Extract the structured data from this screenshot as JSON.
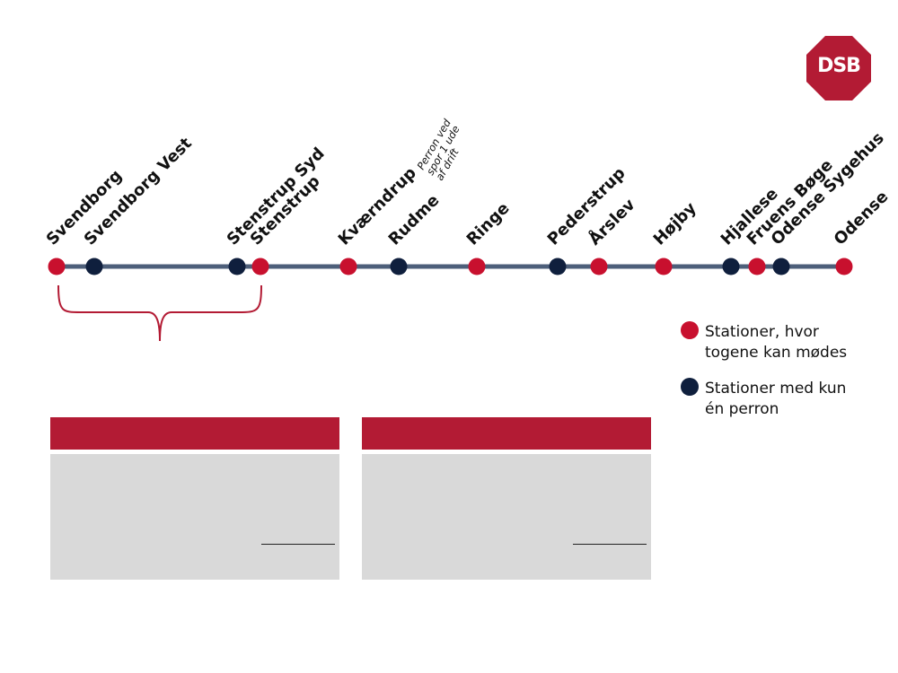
{
  "logo": {
    "text": "DSB"
  },
  "colors": {
    "crossing": "#c8102e",
    "single": "#0f1f3d",
    "line": "#4d5f7a",
    "brand": "#b31b34",
    "panel": "#d9d9d9"
  },
  "stations": [
    {
      "name": "Svendborg",
      "type": "crossing"
    },
    {
      "name": "Svendborg Vest",
      "type": "single"
    },
    {
      "name": "Stenstrup Syd",
      "type": "single"
    },
    {
      "name": "Stenstrup",
      "type": "crossing"
    },
    {
      "name": "Kværndrup",
      "type": "crossing"
    },
    {
      "name": "Rudme",
      "type": "single"
    },
    {
      "name": "Ringe",
      "type": "crossing"
    },
    {
      "name": "Pederstrup",
      "type": "single"
    },
    {
      "name": "Årslev",
      "type": "crossing"
    },
    {
      "name": "Højby",
      "type": "crossing"
    },
    {
      "name": "Hjallese",
      "type": "single"
    },
    {
      "name": "Fruens Bøge",
      "type": "crossing"
    },
    {
      "name": "Odense Sygehus",
      "type": "single"
    },
    {
      "name": "Odense",
      "type": "crossing"
    }
  ],
  "note": {
    "lines": [
      "Perron ved",
      "spor 1 ude",
      "af drift"
    ]
  },
  "legend": [
    {
      "type": "crossing",
      "lines": [
        "Stationer, hvor",
        "togene kan mødes"
      ]
    },
    {
      "type": "single",
      "lines": [
        "Stationer med kun",
        "én perron"
      ]
    }
  ],
  "panels": [
    {
      "header": "",
      "body": ""
    },
    {
      "header": "",
      "body": ""
    }
  ]
}
